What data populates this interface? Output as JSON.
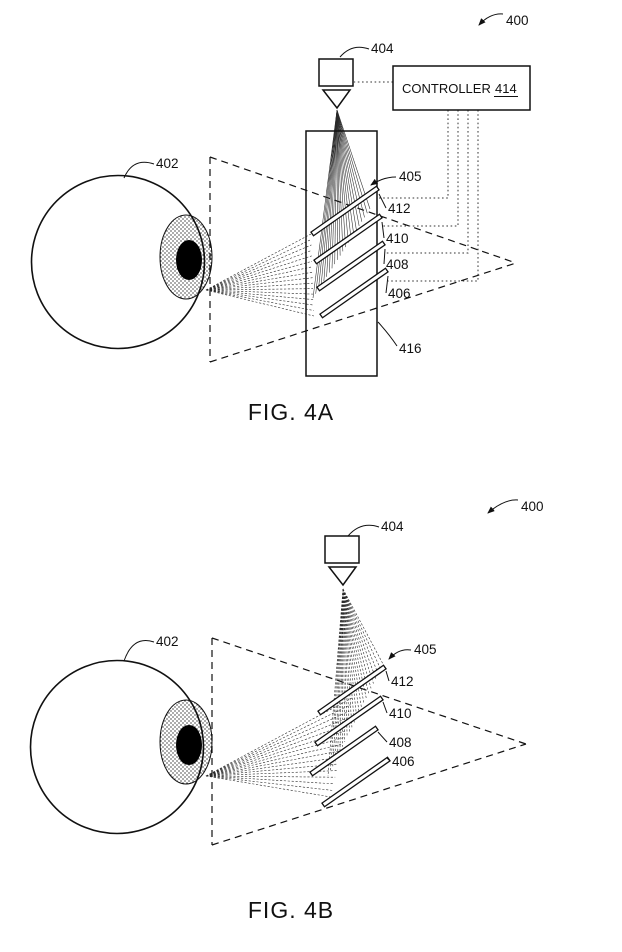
{
  "fig_a": {
    "caption": "FIG. 4A",
    "ref_400": "400",
    "ref_402": "402",
    "ref_404": "404",
    "ref_405": "405",
    "ref_406": "406",
    "ref_408": "408",
    "ref_410": "410",
    "ref_412": "412",
    "ref_416": "416",
    "controller_label": "CONTROLLER",
    "controller_ref": "414"
  },
  "fig_b": {
    "caption": "FIG. 4B",
    "ref_400": "400",
    "ref_402": "402",
    "ref_404": "404",
    "ref_405": "405",
    "ref_406": "406",
    "ref_408": "408",
    "ref_410": "410",
    "ref_412": "412"
  }
}
